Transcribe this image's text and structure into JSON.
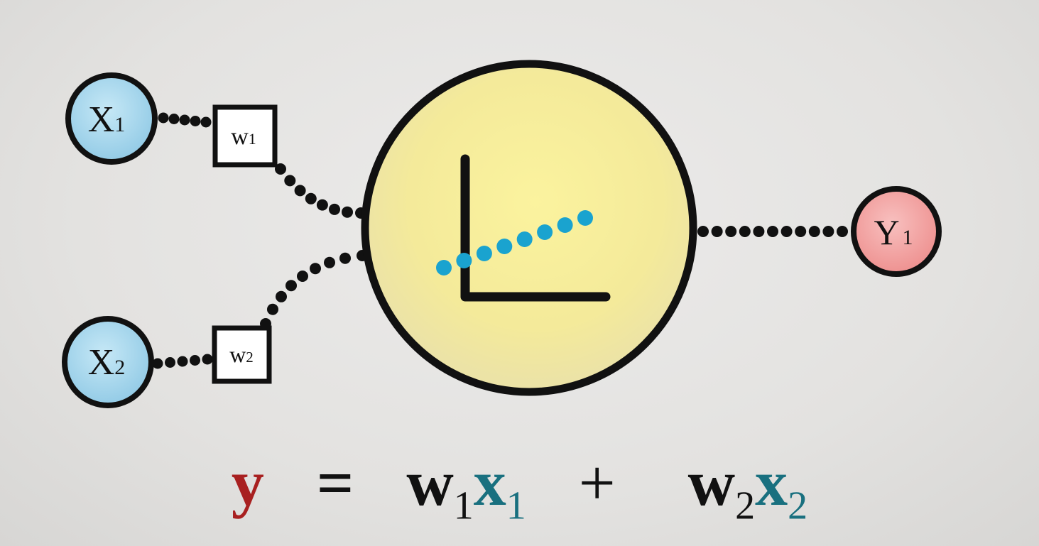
{
  "inputs": [
    {
      "letter": "X",
      "sub": "1"
    },
    {
      "letter": "X",
      "sub": "2"
    }
  ],
  "weights": [
    {
      "letter": "w",
      "sub": "1"
    },
    {
      "letter": "w",
      "sub": "2"
    }
  ],
  "output": {
    "letter": "Y",
    "sub": "1"
  },
  "formula": {
    "lhs": "y",
    "eq": "=",
    "w1": "w",
    "w1_sub": "1",
    "x1": "x",
    "x1_sub": "1",
    "plus": "+",
    "w2": "w",
    "w2_sub": "2",
    "x2": "x",
    "x2_sub": "2"
  },
  "colors": {
    "input_fill": "#a8d8ee",
    "output_fill": "#f2a0a0",
    "neuron_fill": "#f7ec8a",
    "line_dots": "#1aa3cf",
    "formula_red": "#a82020",
    "formula_teal": "#19707f",
    "ink": "#111111"
  }
}
